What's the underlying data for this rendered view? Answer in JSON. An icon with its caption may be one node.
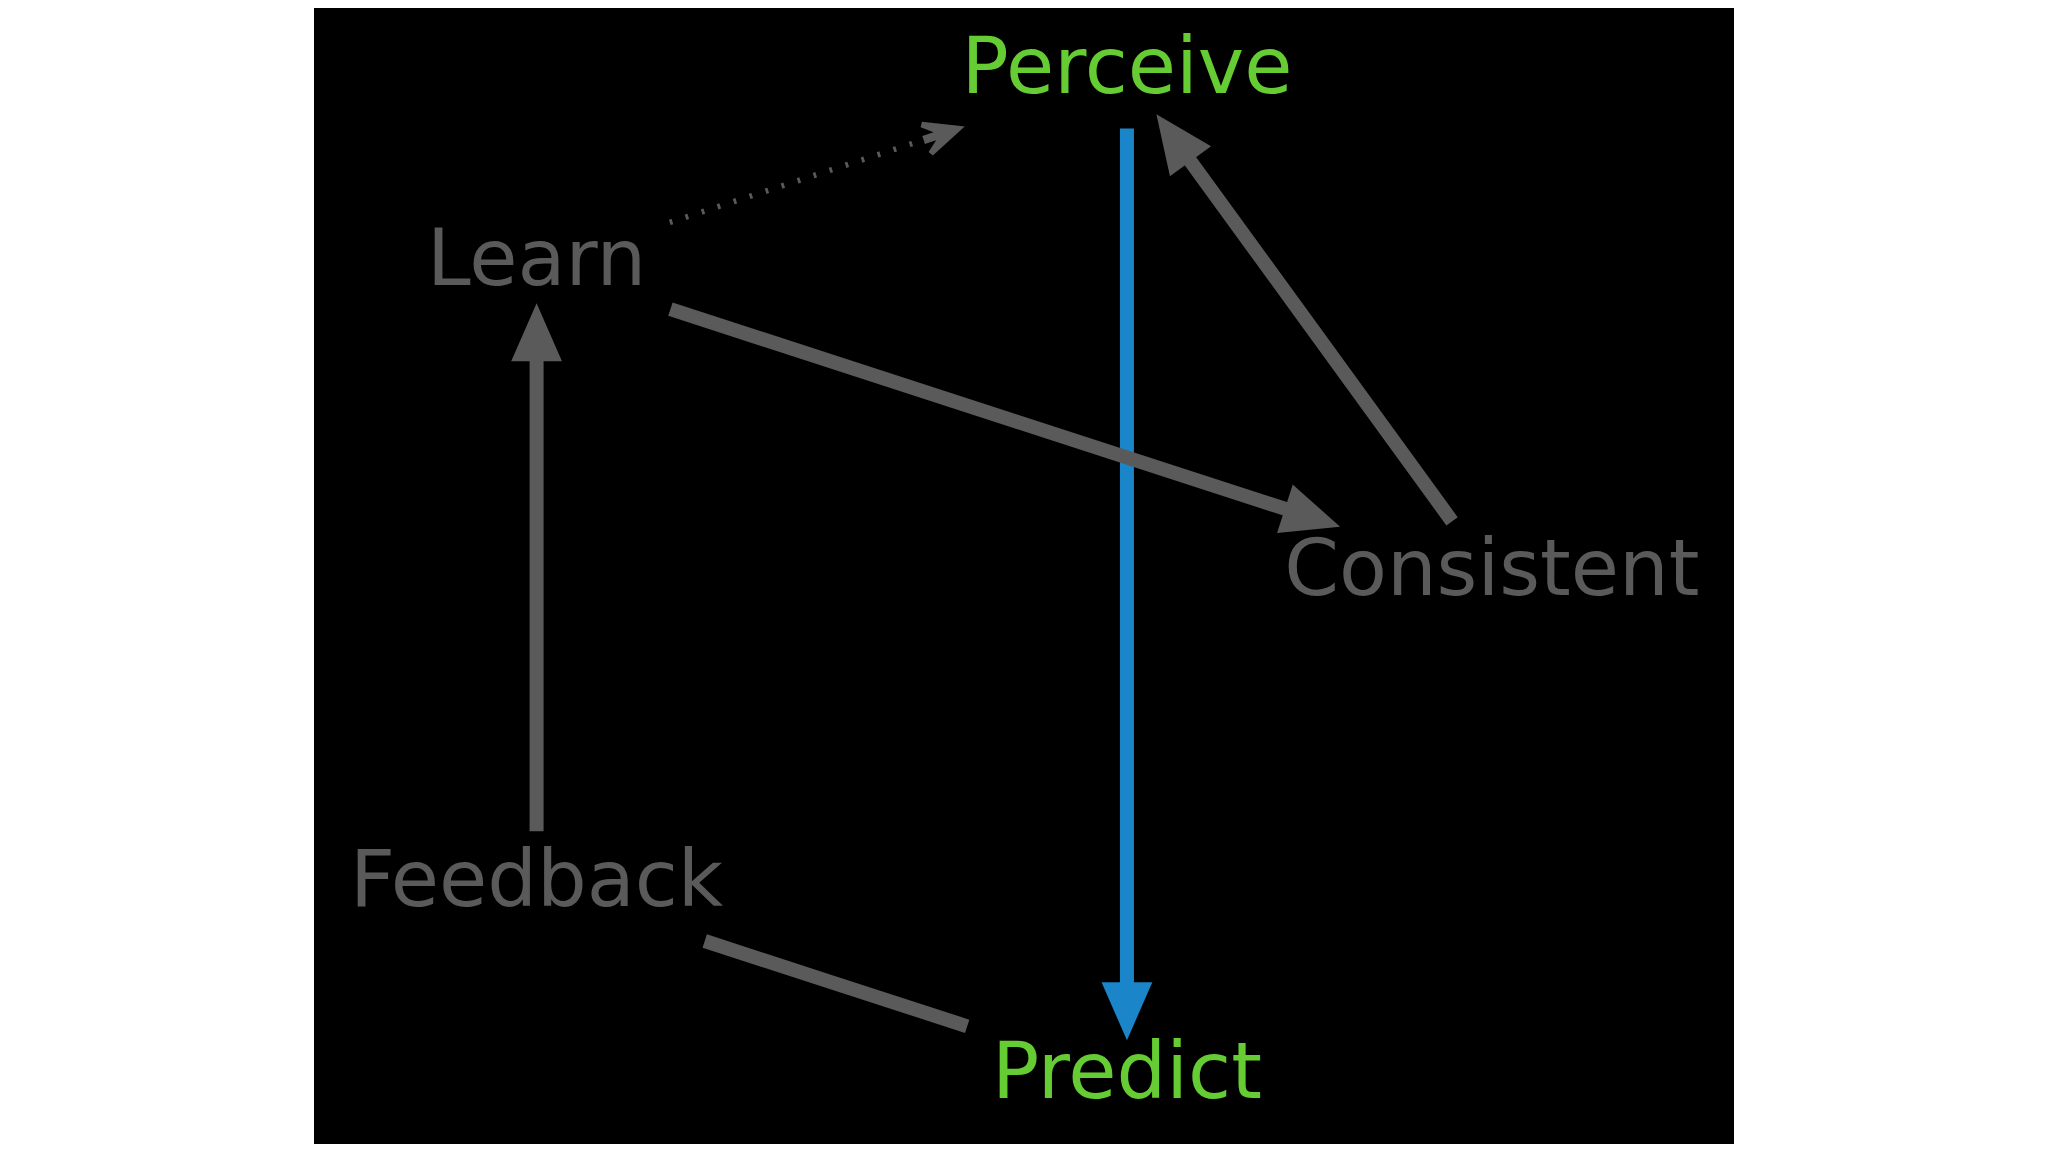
{
  "diagram": {
    "nodes": [
      {
        "text": [
          "Perceive"
        ]
      },
      {
        "text": [
          "Predict"
        ]
      },
      {
        "text": [
          "Feedback"
        ]
      },
      {
        "text": [
          "Learn"
        ]
      },
      {
        "text": [
          "Consistent"
        ]
      }
    ],
    "edges": [
      {
        "from": 0,
        "to": 1,
        "arrow": "to",
        "color": "#1a85c8"
      },
      {
        "from": 1,
        "to": 2,
        "arrow": "none"
      },
      {
        "from": 2,
        "to": 3,
        "arrow": "to"
      },
      {
        "from": 3,
        "to": 4,
        "arrow": "to"
      },
      {
        "from": 4,
        "to": 0,
        "arrow": "to"
      },
      {
        "from": 3,
        "to": 0,
        "arrow": "to",
        "style": "dashed"
      }
    ]
  }
}
